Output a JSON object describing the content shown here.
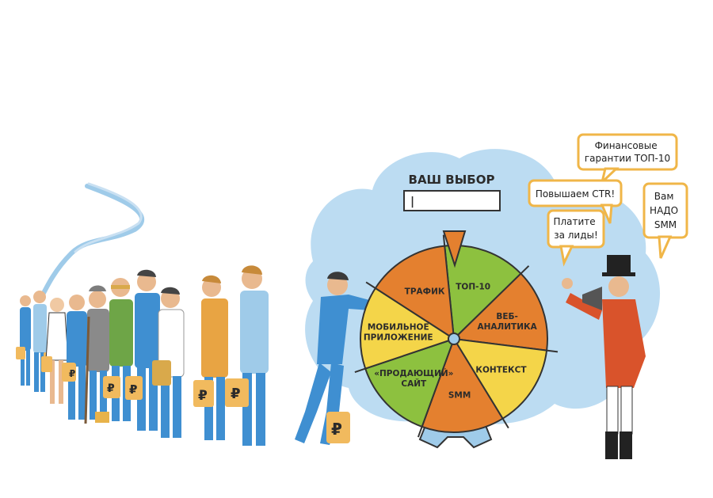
{
  "choice": {
    "title": "ВАШ ВЫБОР",
    "field_value": "|"
  },
  "wheel": {
    "segments": [
      {
        "lines": [
          "ТОП-10"
        ],
        "color": "#8dc13f"
      },
      {
        "lines": [
          "ВЕБ-",
          "АНАЛИТИКА"
        ],
        "color": "#e4802f"
      },
      {
        "lines": [
          "КОНТЕКСТ"
        ],
        "color": "#f4d549"
      },
      {
        "lines": [
          "SMM"
        ],
        "color": "#e4802f"
      },
      {
        "lines": [
          "«ПРОДАЮЩИЙ»",
          "САЙТ"
        ],
        "color": "#8dc13f"
      },
      {
        "lines": [
          "МОБИЛЬНОЕ",
          "ПРИЛОЖЕНИЕ"
        ],
        "color": "#f4d549"
      },
      {
        "lines": [
          "ТРАФИК"
        ],
        "color": "#e4802f"
      }
    ]
  },
  "bubbles": {
    "finance": [
      "Финансовые",
      "гарантии ТОП-10"
    ],
    "ctr": [
      "Повышаем CTR!"
    ],
    "leads": [
      "Платите",
      "за лиды!"
    ],
    "smm": [
      "Вам",
      "НАДО",
      "SMM"
    ]
  },
  "bag_symbol": "₽",
  "colors": {
    "cloud": "#bcdcf2",
    "suit": "#3f8fd1",
    "shirt": "#9fcbe9",
    "bag": "#f1ba5e",
    "coat": "#d9532b"
  }
}
